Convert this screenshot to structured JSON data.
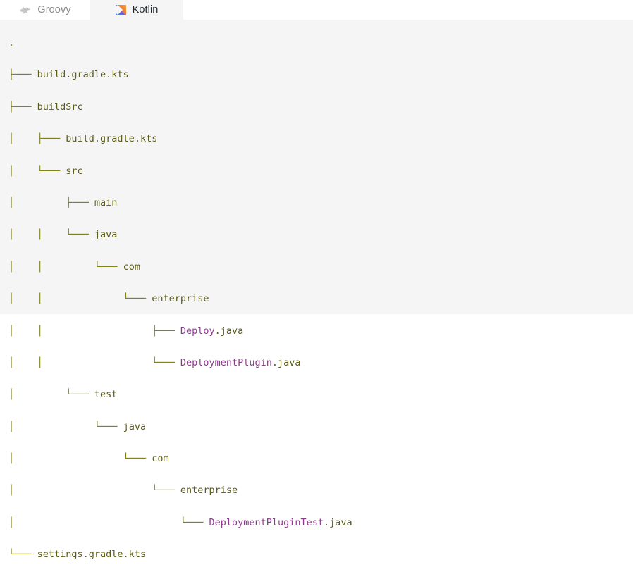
{
  "window": {
    "background": "#ffffff",
    "pane_background": "#f5f5f5"
  },
  "tabs": [
    {
      "id": "groovy",
      "label": "Groovy",
      "icon": "groovy-icon",
      "active": false
    },
    {
      "id": "kotlin",
      "label": "Kotlin",
      "icon": "kotlin-icon",
      "active": true
    }
  ],
  "colors": {
    "branch": "#7f7f17",
    "directory": "#5c5c18",
    "source_file": "#8d3c8d",
    "extension": "#5c5c18",
    "active_tab_text": "#24292e",
    "inactive_tab_text": "#8a8a8a"
  },
  "tree": {
    "root": ".",
    "rows": [
      {
        "prefix": "",
        "indent": "",
        "name": ".",
        "kind": "root"
      },
      {
        "prefix": "├─── ",
        "indent": "",
        "name": "build.gradle.kts",
        "kind": "file"
      },
      {
        "prefix": "├─── ",
        "indent": "",
        "name": "buildSrc",
        "kind": "dir"
      },
      {
        "prefix": "├─── ",
        "indent": "│    ",
        "name": "build.gradle.kts",
        "kind": "file"
      },
      {
        "prefix": "└─── ",
        "indent": "│    ",
        "name": "src",
        "kind": "dir"
      },
      {
        "prefix": "├─── ",
        "indent": "│         ",
        "name": "main",
        "kind": "dir"
      },
      {
        "prefix": "└─── ",
        "indent": "│    │    ",
        "name": "java",
        "kind": "dir"
      },
      {
        "prefix": "└─── ",
        "indent": "│    │         ",
        "name": "com",
        "kind": "dir"
      },
      {
        "prefix": "└─── ",
        "indent": "│    │              ",
        "name": "enterprise",
        "kind": "dir"
      },
      {
        "prefix": "├─── ",
        "indent": "│    │                   ",
        "base": "Deploy",
        "ext": ".java",
        "kind": "src"
      },
      {
        "prefix": "└─── ",
        "indent": "│    │                   ",
        "base": "DeploymentPlugin",
        "ext": ".java",
        "kind": "src"
      },
      {
        "prefix": "└─── ",
        "indent": "│         ",
        "name": "test",
        "kind": "dir"
      },
      {
        "prefix": "└─── ",
        "indent": "│              ",
        "name": "java",
        "kind": "dir"
      },
      {
        "prefix": "└─── ",
        "indent": "│                   ",
        "name": "com",
        "kind": "dir"
      },
      {
        "prefix": "└─── ",
        "indent": "│                        ",
        "name": "enterprise",
        "kind": "dir"
      },
      {
        "prefix": "└─── ",
        "indent": "│                             ",
        "base": "DeploymentPluginTest",
        "ext": ".java",
        "kind": "src"
      },
      {
        "prefix": "└─── ",
        "indent": "",
        "name": "settings.gradle.kts",
        "kind": "file"
      }
    ]
  }
}
